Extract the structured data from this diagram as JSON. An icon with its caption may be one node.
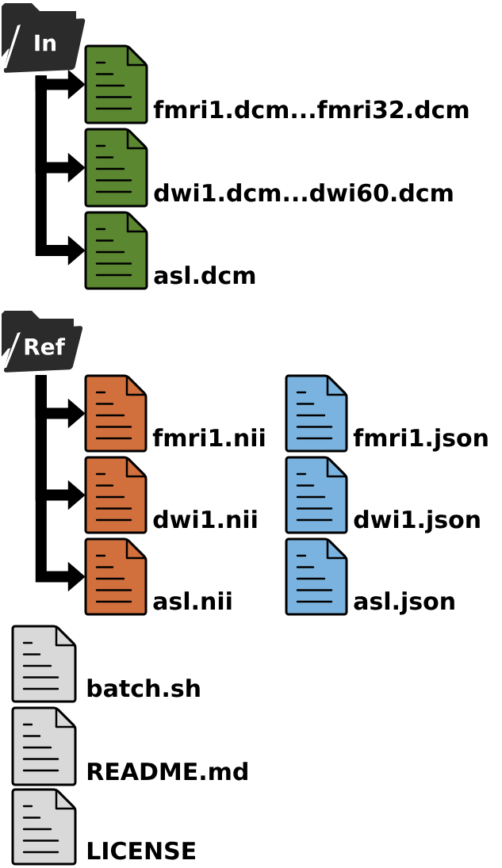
{
  "diagram": {
    "nodes": [
      {
        "text": [
          "In"
        ]
      },
      {
        "text": [],
        "shape": "document",
        "beside": [
          "fmri1.dcm...fmri32.dcm"
        ]
      },
      {
        "text": [],
        "shape": "document",
        "beside": [
          "dwi1.dcm...dwi60.dcm"
        ]
      },
      {
        "text": [],
        "shape": "document",
        "beside": [
          "asl.dcm"
        ]
      },
      {
        "text": [
          "Ref"
        ]
      },
      {
        "text": [],
        "shape": "document",
        "beside": [
          "fmri1.nii"
        ]
      },
      {
        "text": [],
        "shape": "document",
        "beside": [
          "fmri1.json"
        ]
      },
      {
        "text": [],
        "shape": "document",
        "beside": [
          "dwi1.nii"
        ]
      },
      {
        "text": [],
        "shape": "document",
        "beside": [
          "dwi1.json"
        ]
      },
      {
        "text": [],
        "shape": "document",
        "beside": [
          "asl.nii"
        ]
      },
      {
        "text": [],
        "shape": "document",
        "beside": [
          "asl.json"
        ]
      },
      {
        "text": [],
        "shape": "document",
        "beside": [
          "batch.sh"
        ]
      },
      {
        "text": [],
        "shape": "document",
        "beside": [
          "README.md"
        ]
      },
      {
        "text": [],
        "shape": "document",
        "beside": [
          "LICENSE"
        ]
      }
    ],
    "edges": [
      {
        "from": 0,
        "to": 1,
        "arrow": "to"
      },
      {
        "from": 0,
        "to": 2,
        "arrow": "to"
      },
      {
        "from": 0,
        "to": 3,
        "arrow": "to"
      },
      {
        "from": 4,
        "to": 5,
        "arrow": "to"
      },
      {
        "from": 4,
        "to": 7,
        "arrow": "to"
      },
      {
        "from": 4,
        "to": 9,
        "arrow": "to"
      }
    ]
  }
}
